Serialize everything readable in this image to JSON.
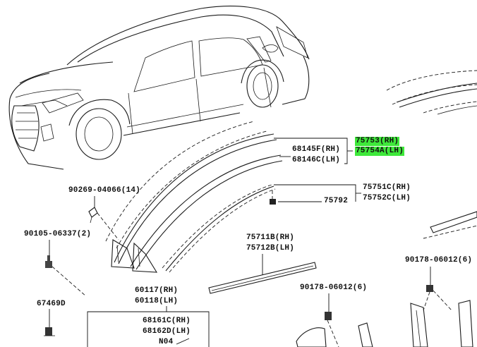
{
  "colors": {
    "highlight": "#3ee83a",
    "ink": "#111111",
    "background": "#ffffff"
  },
  "callouts": {
    "p75753": "75753(RH)",
    "p75754a": "75754A(LH)",
    "p68145f": "68145F(RH)",
    "p68146c": "68146C(LH)",
    "p90269": "90269-04066(14)",
    "p75751c": "75751C(RH)",
    "p75752c": "75752C(LH)",
    "p75792": "75792",
    "p90105": "90105-06337(2)",
    "p75711b": "75711B(RH)",
    "p75712b": "75712B(LH)",
    "p90178a": "90178-06012(6)",
    "p90178b": "90178-06012(6)",
    "p60117": "60117(RH)",
    "p60118": "60118(LH)",
    "p67469d": "67469D",
    "p68161c": "68161C(RH)",
    "p68162d": "68162D(LH)",
    "pN04": "N04"
  },
  "icons": [
    "vehicle-outline",
    "clip-icon",
    "bolt-icon",
    "nut-icon",
    "molding-strip"
  ]
}
